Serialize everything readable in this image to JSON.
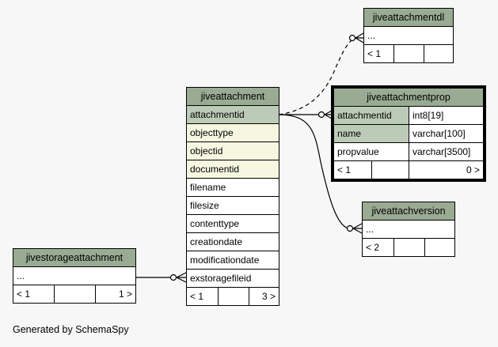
{
  "footer": "Generated by SchemaSpy",
  "tables": {
    "jiveattachmentdl": {
      "title": "jiveattachmentdl",
      "rows": [
        "..."
      ],
      "counts": {
        "parents": "< 1",
        "mid": "",
        "children": ""
      }
    },
    "jiveattachmentprop": {
      "title": "jiveattachmentprop",
      "columns": [
        {
          "name": "attachmentid",
          "type": "int8[19]"
        },
        {
          "name": "name",
          "type": "varchar[100]"
        },
        {
          "name": "propvalue",
          "type": "varchar[3500]"
        }
      ],
      "counts": {
        "parents": "< 1",
        "mid": "",
        "children": "0 >"
      }
    },
    "jiveattachment": {
      "title": "jiveattachment",
      "columns": [
        "attachmentid",
        "objecttype",
        "objectid",
        "documentid",
        "filename",
        "filesize",
        "contenttype",
        "creationdate",
        "modificationdate",
        "exstoragefileid"
      ],
      "counts": {
        "parents": "< 1",
        "mid": "",
        "children": "3 >"
      }
    },
    "jiveattachversion": {
      "title": "jiveattachversion",
      "rows": [
        "..."
      ],
      "counts": {
        "parents": "< 2",
        "mid": "",
        "children": ""
      }
    },
    "jivestorageattachment": {
      "title": "jivestorageattachment",
      "rows": [
        "..."
      ],
      "counts": {
        "parents": "< 1",
        "mid": "",
        "children": "1 >"
      }
    }
  },
  "colors": {
    "header": "#9aab94",
    "primary_key": "#bccbb6",
    "foreign_key": "#f5f7e1",
    "background": "#f7f7f7"
  }
}
